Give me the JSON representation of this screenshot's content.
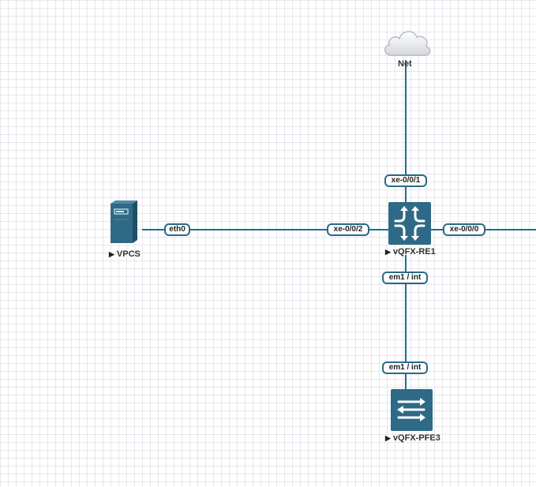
{
  "colors": {
    "link": "#1b6f96",
    "device": "#2e6a86",
    "label_border": "#2a6a86",
    "grid": "#e6e6ec"
  },
  "nodes": {
    "net": {
      "label": "Net",
      "icon": "cloud-icon"
    },
    "vpcs": {
      "label": "VPCS",
      "icon": "server-icon"
    },
    "vqfx_re1": {
      "label": "vQFX-RE1",
      "icon": "router-icon"
    },
    "vqfx_pfe3": {
      "label": "vQFX-PFE3",
      "icon": "switch-icon"
    }
  },
  "interfaces": {
    "re1_up": "xe-0/0/1",
    "re1_left": "xe-0/0/2",
    "re1_right": "xe-0/0/0",
    "re1_down": "em1 / int",
    "vpcs_eth": "eth0",
    "pfe3_up": "em1 / int"
  },
  "node_marker": "▶"
}
